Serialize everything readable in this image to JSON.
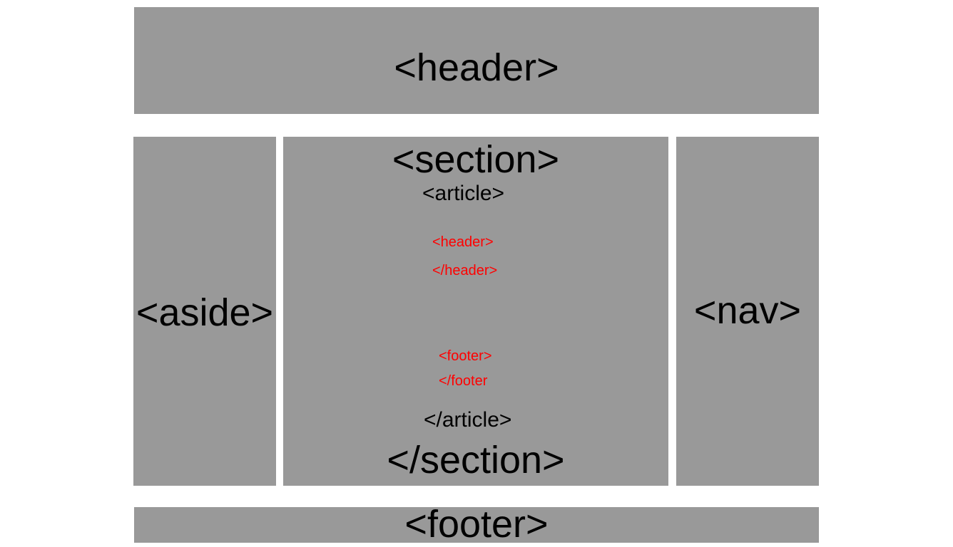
{
  "header": {
    "label": "<header>"
  },
  "aside": {
    "label": "<aside>"
  },
  "section": {
    "open_label": "<section>",
    "close_label": "</section>",
    "article": {
      "open_label": "<article>",
      "close_label": "</article>",
      "header_open": "<header>",
      "header_close": "</header>",
      "footer_open": "<footer>",
      "footer_close": "</footer"
    }
  },
  "nav": {
    "label": "<nav>"
  },
  "footer": {
    "label": "<footer>"
  },
  "colors": {
    "box_fill": "#999999",
    "text": "#000000",
    "nested_text": "#ff0000",
    "background": "#ffffff"
  }
}
